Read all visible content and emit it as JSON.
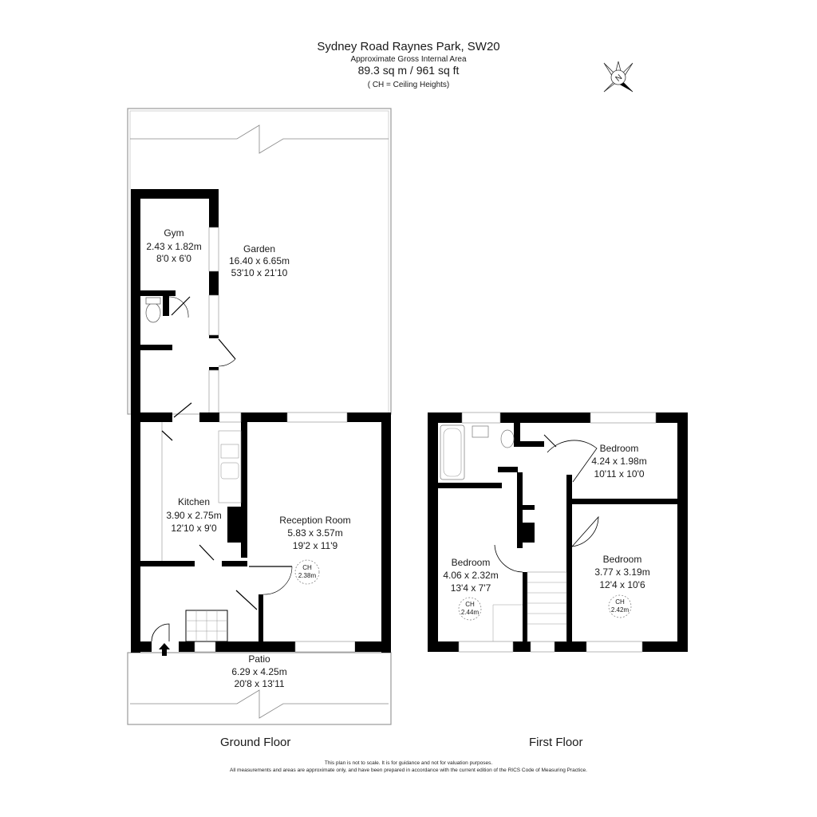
{
  "header": {
    "title": "Sydney Road Raynes Park, SW20",
    "subtitle": "Approximate Gross Internal Area",
    "area": "89.3  sq m /   961 sq ft",
    "ch_note": "( CH = Ceiling Heights)"
  },
  "compass": {
    "icon": "north-compass-icon",
    "letter": "N"
  },
  "ground_floor": {
    "label": "Ground Floor",
    "rooms": {
      "garden": {
        "name": "Garden",
        "metric": "16.40 x 6.65m",
        "imperial": "53'10 x 21'10"
      },
      "gym": {
        "name": "Gym",
        "metric": "2.43 x 1.82m",
        "imperial": "8'0 x 6'0"
      },
      "kitchen": {
        "name": "Kitchen",
        "metric": "3.90 x 2.75m",
        "imperial": "12'10 x 9'0"
      },
      "reception": {
        "name": "Reception Room",
        "metric": "5.83 x 3.57m",
        "imperial": "19'2 x 11'9",
        "ch_label": "CH",
        "ch_value": "2.38m"
      },
      "patio": {
        "name": "Patio",
        "metric": "6.29 x 4.25m",
        "imperial": "20'8 x 13'11"
      }
    }
  },
  "first_floor": {
    "label": "First Floor",
    "rooms": {
      "bedroom1": {
        "name": "Bedroom",
        "metric": "4.24 x 1.98m",
        "imperial": "10'11 x 10'0"
      },
      "bedroom2": {
        "name": "Bedroom",
        "metric": "4.06 x 2.32m",
        "imperial": "13'4 x 7'7",
        "ch_label": "CH",
        "ch_value": "2.44m"
      },
      "bedroom3": {
        "name": "Bedroom",
        "metric": "3.77 x 3.19m",
        "imperial": "12'4 x 10'6",
        "ch_label": "CH",
        "ch_value": "2.42m"
      }
    }
  },
  "disclaimer": {
    "line1": "This plan is not to scale. It is for guidance and not for valuation purposes.",
    "line2": "All measurements and areas are approximate only, and have been prepared in accordance with the current edition of the RICS Code of Measuring Practice."
  },
  "colors": {
    "wall": "#000000",
    "outline": "#9a9a9a",
    "text": "#1a1a1a"
  }
}
